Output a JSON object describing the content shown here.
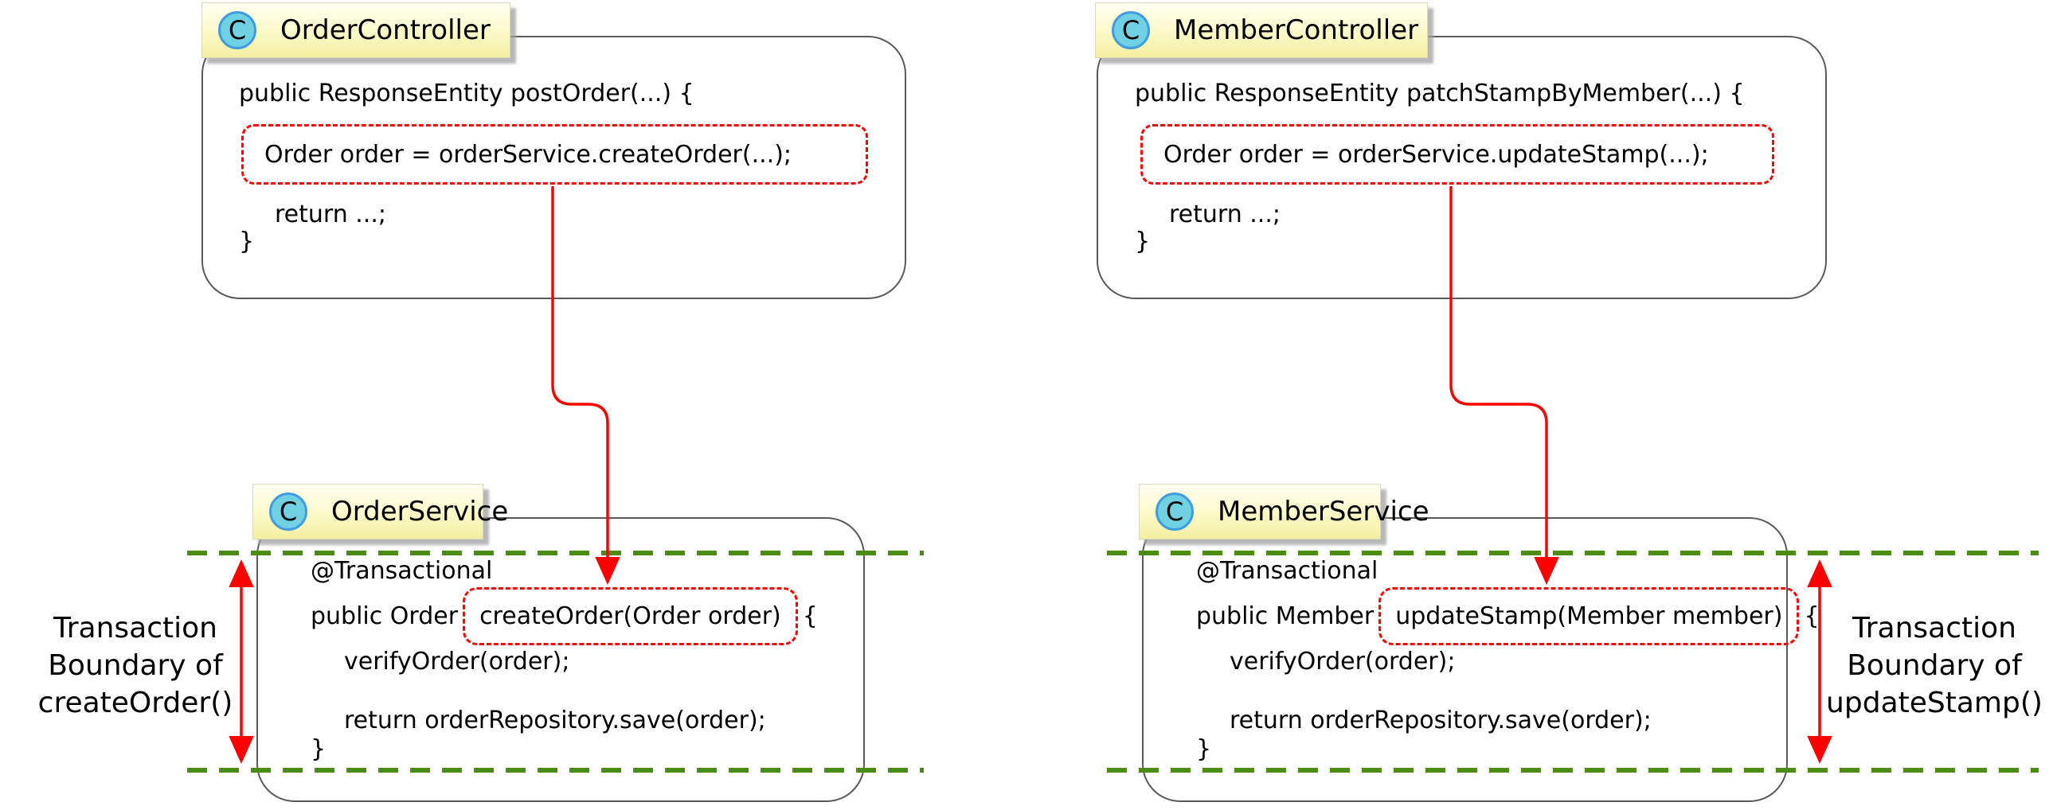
{
  "colors": {
    "arrow_red": "#ff0000",
    "boundary_green": "#4c8c12",
    "badge_yellow_top": "#fffff2",
    "badge_yellow_bottom": "#f4efa0",
    "class_icon_fill": "#6fd1e2",
    "class_icon_ring": "#3f9ce0",
    "box_border_gray": "#5a5a5a"
  },
  "left": {
    "controller": {
      "badge": {
        "icon": "C",
        "name": "OrderController"
      },
      "signature": "public ResponseEntity postOrder(...) {",
      "call": "Order order = orderService.createOrder(...);",
      "return_line": "return ...;",
      "close_brace": "}"
    },
    "service": {
      "badge": {
        "icon": "C",
        "name": "OrderService"
      },
      "annotation": "@Transactional",
      "method_prefix": "public Order",
      "method_highlight": "createOrder(Order order)",
      "method_suffix": "{",
      "body_line1": "verifyOrder(order);",
      "body_line2": "return orderRepository.save(order);",
      "close_brace": "}"
    },
    "boundary_label": {
      "line1": "Transaction",
      "line2": "Boundary of",
      "line3": "createOrder()"
    }
  },
  "right": {
    "controller": {
      "badge": {
        "icon": "C",
        "name": "MemberController"
      },
      "signature": "public ResponseEntity patchStampByMember(...) {",
      "call": "Order order = orderService.updateStamp(...);",
      "return_line": "return ...;",
      "close_brace": "}"
    },
    "service": {
      "badge": {
        "icon": "C",
        "name": "MemberService"
      },
      "annotation": "@Transactional",
      "method_prefix": "public Member",
      "method_highlight": "updateStamp(Member member)",
      "method_suffix": "{",
      "body_line1": "verifyOrder(order);",
      "body_line2": "return orderRepository.save(order);",
      "close_brace": "}"
    },
    "boundary_label": {
      "line1": "Transaction",
      "line2": "Boundary of",
      "line3": "updateStamp()"
    }
  }
}
